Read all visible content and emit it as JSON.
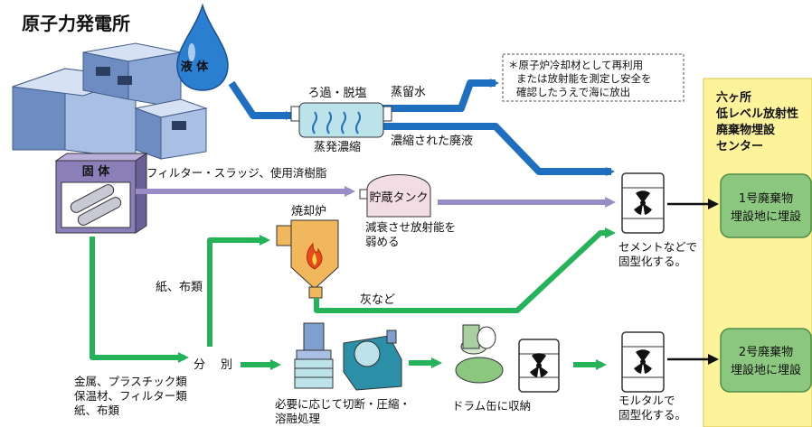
{
  "title": "原子力発電所",
  "labels": {
    "liquid": "液 体",
    "solid": "固 体",
    "filtration": "ろ過・脱塩",
    "evaporation": "蒸発濃縮",
    "distilled_water": "蒸留水",
    "concentrated_waste": "濃縮された廃液",
    "note_line1": "＊原子炉冷却材として再利用",
    "note_line2": "または放射能を測定し安全を",
    "note_line3": "確認したうえで海に放出",
    "filter_resin": "フィルター・スラッジ、使用済樹脂",
    "storage_tank": "貯蔵タンク",
    "decay_line1": "減衰させ放射能を",
    "decay_line2": "弱める",
    "incinerator": "焼却炉",
    "paper_cloth": "紙、布類",
    "ash": "灰など",
    "sort_1": "分",
    "sort_2": "別",
    "metal_line1": "金属、プラスチック類",
    "metal_line2": "保温材、フィルター類",
    "metal_line3": "紙、布類",
    "process_line1": "必要に応じて切断・圧縮・",
    "process_line2": "溶融処理",
    "drum_store": "ドラム缶に収納",
    "cement_line1": "セメントなどで",
    "cement_line2": "固型化する。",
    "mortar_line1": "モルタルで",
    "mortar_line2": "固型化する。",
    "center_line1": "六ヶ所",
    "center_line2": "低レベル放射性",
    "center_line3": "廃棄物埋設",
    "center_line4": "センター",
    "burial1_line1": "1号廃棄物",
    "burial1_line2": "埋設地に埋設",
    "burial2_line1": "2号廃棄物",
    "burial2_line2": "埋設地に埋設"
  },
  "colors": {
    "liquid_flow": "#1f6fc0",
    "solid_flow_purple": "#9a8cc4",
    "solid_flow_green": "#25b35a",
    "center_bg": "#fdf39a",
    "burial_box": "#8cc77f",
    "building": "#7f9fcf",
    "solid_box": "#8a7fb8",
    "incinerator": "#f1b75c",
    "tank": "#f1dde3"
  },
  "icons": [
    "drop-icon",
    "building-icon",
    "filter-tank-icon",
    "storage-tank-icon",
    "incinerator-icon",
    "drum-icon",
    "radiation-icon",
    "compactor-icon",
    "melter-icon"
  ]
}
